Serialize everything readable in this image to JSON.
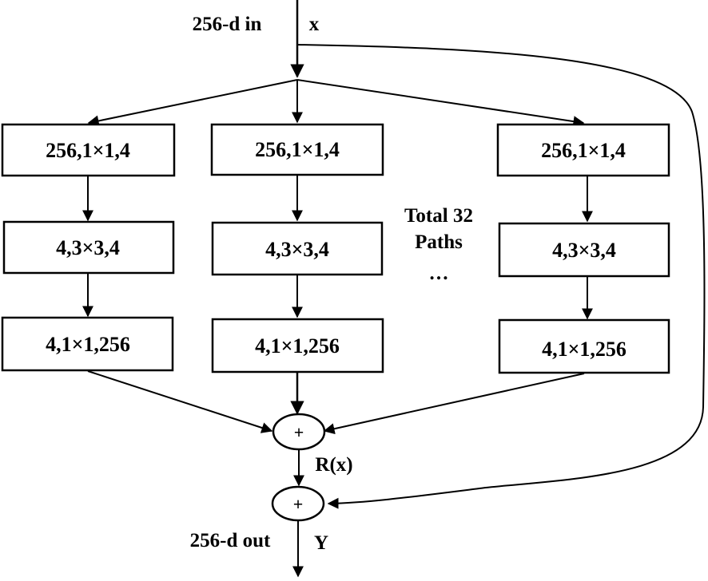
{
  "input": {
    "label": "256-d in",
    "symbol": "x"
  },
  "output": {
    "label": "256-d out",
    "symbol": "Y"
  },
  "residual_label": "R(x)",
  "sum_symbol": "+",
  "paths": [
    {
      "conv1": "256,1×1,4",
      "conv2": "4,3×3,4",
      "conv3": "4,1×1,256"
    },
    {
      "conv1": "256,1×1,4",
      "conv2": "4,3×3,4",
      "conv3": "4,1×1,256"
    },
    {
      "conv1": "256,1×1,4",
      "conv2": "4,3×3,4",
      "conv3": "4,1×1,256"
    }
  ],
  "note": {
    "line1": "Total 32",
    "line2": "Paths",
    "line3": "…"
  }
}
